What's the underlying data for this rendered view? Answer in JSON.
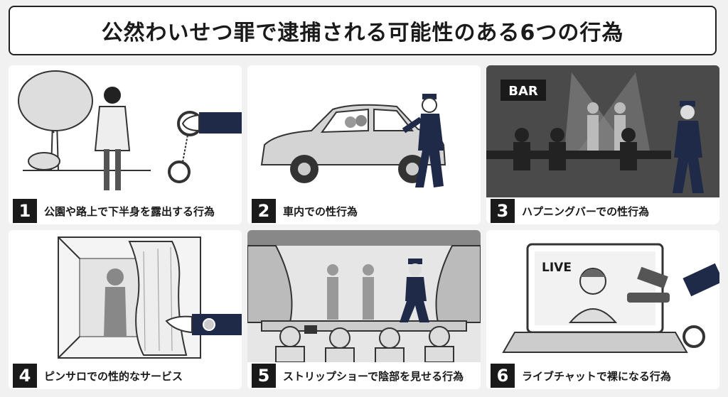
{
  "title": "公然わいせつ罪で逮捕される可能性のある6つの行為",
  "scene_text": {
    "bar_sign": "BAR",
    "live_label": "LIVE"
  },
  "items": [
    {
      "number": "1",
      "label": "公園や路上で下半身を露出する行為"
    },
    {
      "number": "2",
      "label": "車内での性行為"
    },
    {
      "number": "3",
      "label": "ハプニングバーでの性行為"
    },
    {
      "number": "4",
      "label": "ピンサロでの性的なサービス"
    },
    {
      "number": "5",
      "label": "ストリップショーで陰部を見せる行為"
    },
    {
      "number": "6",
      "label": "ライブチャットで裸になる行為"
    }
  ],
  "colors": {
    "police_navy": "#1f2a48",
    "figure_gray": "#8a8a8a",
    "dark_scene": "#4a4a4a"
  }
}
